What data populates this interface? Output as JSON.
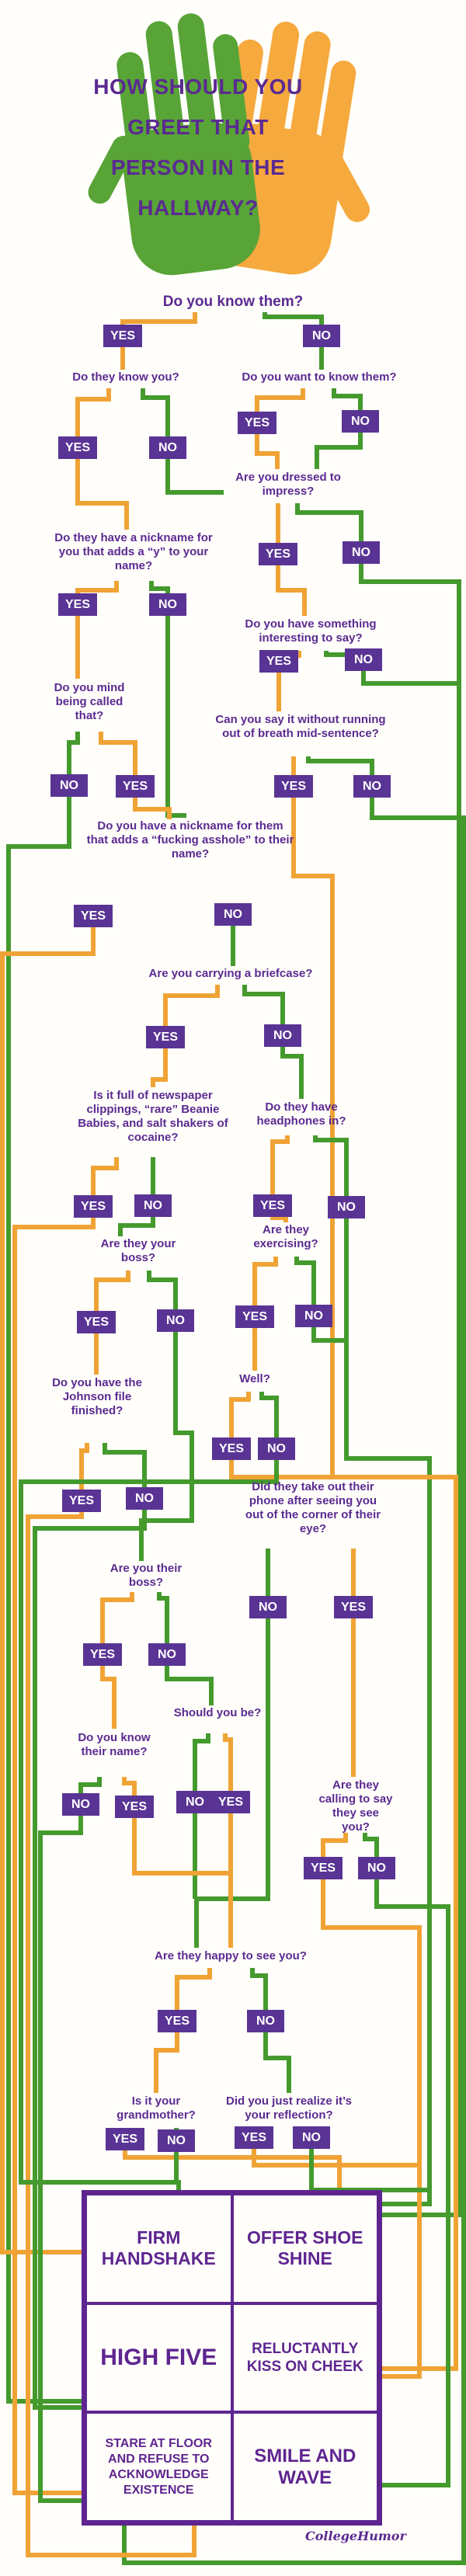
{
  "title": "HOW SHOULD YOU GREET THAT PERSON IN THE HALLWAY?",
  "branding": "CollegeHumor",
  "colors": {
    "yes_line_orange": "#F0A335",
    "no_line_green": "#459A2D",
    "answer_box_purple": "#5A3494",
    "text_purple": "#5B2A91",
    "hand_green": "#58A437",
    "hand_orange": "#F6A93D"
  },
  "questions": [
    {
      "text": "Do you know them?",
      "answers": [
        {
          "label": "YES"
        },
        {
          "label": "NO"
        }
      ]
    },
    {
      "text": "Do they know you?",
      "answers": [
        {
          "label": "YES"
        },
        {
          "label": "NO"
        }
      ]
    },
    {
      "text": "Do you want to know them?",
      "answers": [
        {
          "label": "YES"
        },
        {
          "label": "NO"
        }
      ]
    },
    {
      "text": "Are you dressed to impress?",
      "answers": [
        {
          "label": "YES"
        },
        {
          "label": "NO"
        }
      ]
    },
    {
      "text": "Do they have a nickname for you that adds a “y” to your name?",
      "answers": [
        {
          "label": "YES"
        },
        {
          "label": "NO"
        }
      ]
    },
    {
      "text": "Do you have something interesting to say?",
      "answers": [
        {
          "label": "YES"
        },
        {
          "label": "NO"
        }
      ]
    },
    {
      "text": "Do you mind being called that?",
      "answers": [
        {
          "label": "NO"
        },
        {
          "label": "YES"
        }
      ]
    },
    {
      "text": "Can you say it without running out of breath mid-sentence?",
      "answers": [
        {
          "label": "YES"
        },
        {
          "label": "NO"
        }
      ]
    },
    {
      "text": "Do you have a nickname for them that adds a “fucking asshole” to their name?",
      "answers": [
        {
          "label": "YES"
        },
        {
          "label": "NO"
        }
      ]
    },
    {
      "text": "Are you carrying a briefcase?",
      "answers": [
        {
          "label": "YES"
        },
        {
          "label": "NO"
        }
      ]
    },
    {
      "text": "Is it full of newspaper clippings, “rare” Beanie Babies, and salt shakers of cocaine?",
      "answers": [
        {
          "label": "YES"
        },
        {
          "label": "NO"
        }
      ]
    },
    {
      "text": "Do they have headphones in?",
      "answers": [
        {
          "label": "YES"
        },
        {
          "label": "NO"
        }
      ]
    },
    {
      "text": "Are they your boss?",
      "answers": [
        {
          "label": "YES"
        },
        {
          "label": "NO"
        }
      ]
    },
    {
      "text": "Are they exercising?",
      "answers": [
        {
          "label": "YES"
        },
        {
          "label": "NO"
        }
      ]
    },
    {
      "text": "Do you have the Johnson file finished?",
      "answers": [
        {
          "label": "YES"
        },
        {
          "label": "NO"
        }
      ]
    },
    {
      "text": "Well?",
      "answers": [
        {
          "label": "YES"
        },
        {
          "label": "NO"
        }
      ]
    },
    {
      "text": "Did they take out their phone after seeing you out of the corner of their eye?",
      "answers": [
        {
          "label": "NO"
        },
        {
          "label": "YES"
        }
      ]
    },
    {
      "text": "Are you their boss?",
      "answers": [
        {
          "label": "YES"
        },
        {
          "label": "NO"
        }
      ]
    },
    {
      "text": "Should you be?",
      "answers": [
        {
          "label": "NO"
        },
        {
          "label": "YES"
        }
      ]
    },
    {
      "text": "Do you know their name?",
      "answers": [
        {
          "label": "NO"
        },
        {
          "label": "YES"
        }
      ]
    },
    {
      "text": "Are they calling to say they see you?",
      "answers": [
        {
          "label": "YES"
        },
        {
          "label": "NO"
        }
      ]
    },
    {
      "text": "Are they happy to see you?",
      "answers": [
        {
          "label": "YES"
        },
        {
          "label": "NO"
        }
      ]
    },
    {
      "text": "Is it your grandmother?",
      "answers": [
        {
          "label": "YES"
        },
        {
          "label": "NO"
        }
      ]
    },
    {
      "text": "Did you just realize it’s your reflection?",
      "answers": [
        {
          "label": "YES"
        },
        {
          "label": "NO"
        }
      ]
    }
  ],
  "results": [
    "FIRM HANDSHAKE",
    "OFFER SHOE SHINE",
    "HIGH FIVE",
    "RELUCTANTLY KISS ON CHEEK",
    "STARE AT FLOOR AND REFUSE TO ACKNOWLEDGE EXISTENCE",
    "SMILE AND WAVE"
  ]
}
